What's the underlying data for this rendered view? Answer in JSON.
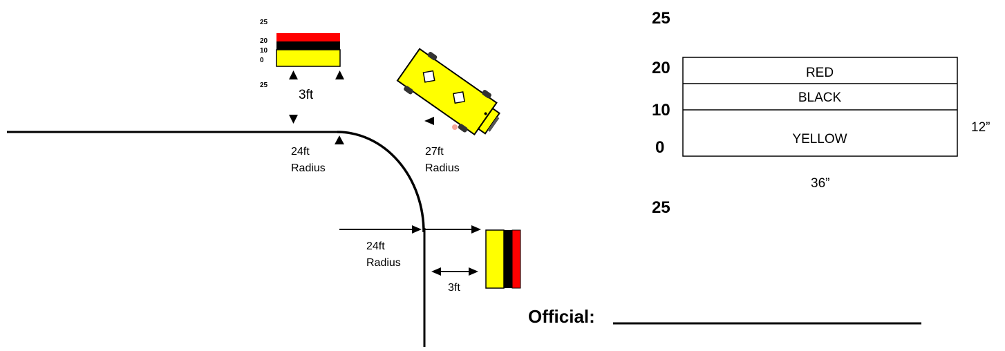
{
  "colors": {
    "red": "#ff0000",
    "black": "#000000",
    "yellow": "#ffff00",
    "light_marker": "#f4a79a"
  },
  "icons": {
    "bus": "school-bus-icon",
    "triangle": "triangle-marker-icon",
    "arrow": "arrow-icon"
  },
  "top_target": {
    "scale_labels": [
      "25",
      "20",
      "10",
      "0",
      "25"
    ],
    "gap_label": "3ft"
  },
  "left_curve": {
    "radius_label": "24ft",
    "radius_word": "Radius"
  },
  "right_curve": {
    "radius_label": "27ft",
    "radius_word": "Radius"
  },
  "lower_curve": {
    "radius_label": "24ft",
    "radius_word": "Radius",
    "gap_label": "3ft"
  },
  "detail": {
    "top_score": "25",
    "bottom_score": "25",
    "scores": [
      "20",
      "10",
      "0"
    ],
    "bands": [
      "RED",
      "BLACK",
      "YELLOW"
    ],
    "height_label": "12”",
    "width_label": "36”"
  },
  "official": {
    "label": "Official:"
  }
}
